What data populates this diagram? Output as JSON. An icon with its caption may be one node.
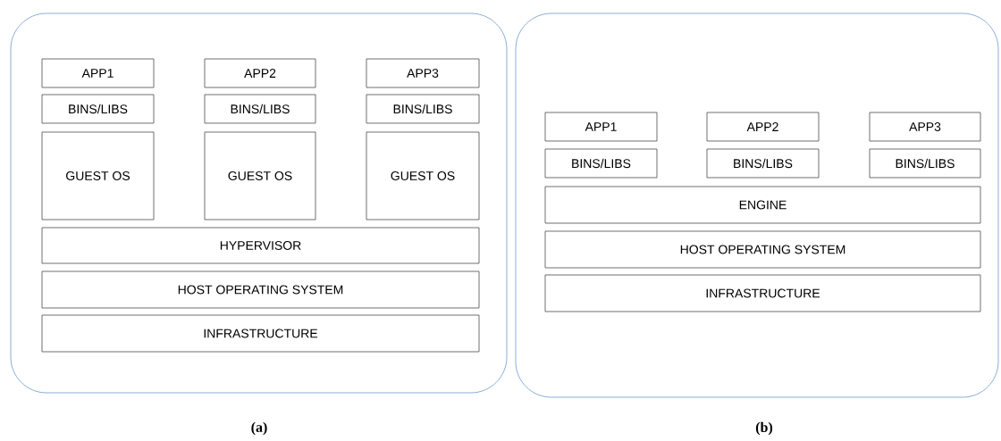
{
  "diagram": {
    "nodes": [
      {
        "text": [],
        "shape": "box"
      },
      {
        "text": [
          "APP1"
        ],
        "in": 0
      },
      {
        "text": [
          "APP2"
        ],
        "in": 0
      },
      {
        "text": [
          "APP3"
        ],
        "in": 0
      },
      {
        "text": [
          "BINS/LIBS"
        ],
        "in": 0
      },
      {
        "text": [
          "BINS/LIBS"
        ],
        "in": 0
      },
      {
        "text": [
          "BINS/LIBS"
        ],
        "in": 0
      },
      {
        "text": [
          "GUEST OS"
        ],
        "in": 0
      },
      {
        "text": [
          "GUEST OS"
        ],
        "in": 0
      },
      {
        "text": [
          "GUEST OS"
        ],
        "in": 0
      },
      {
        "text": [
          "HYPERVISOR"
        ],
        "in": 0
      },
      {
        "text": [
          "HOST OPERATING SYSTEM"
        ],
        "in": 0
      },
      {
        "text": [
          "INFRASTRUCTURE"
        ],
        "in": 0
      },
      {
        "text": [],
        "shape": "box"
      },
      {
        "text": [
          "APP1"
        ],
        "in": 13
      },
      {
        "text": [
          "APP2"
        ],
        "in": 13
      },
      {
        "text": [
          "APP3"
        ],
        "in": 13
      },
      {
        "text": [
          "BINS/LIBS"
        ],
        "in": 13
      },
      {
        "text": [
          "BINS/LIBS"
        ],
        "in": 13
      },
      {
        "text": [
          "BINS/LIBS"
        ],
        "in": 13
      },
      {
        "text": [
          "ENGINE"
        ],
        "in": 13
      },
      {
        "text": [
          "HOST OPERATING SYSTEM"
        ],
        "in": 13
      },
      {
        "text": [
          "INFRASTRUCTURE"
        ],
        "in": 13
      }
    ],
    "labels": [
      "(a)",
      "(b)"
    ]
  }
}
